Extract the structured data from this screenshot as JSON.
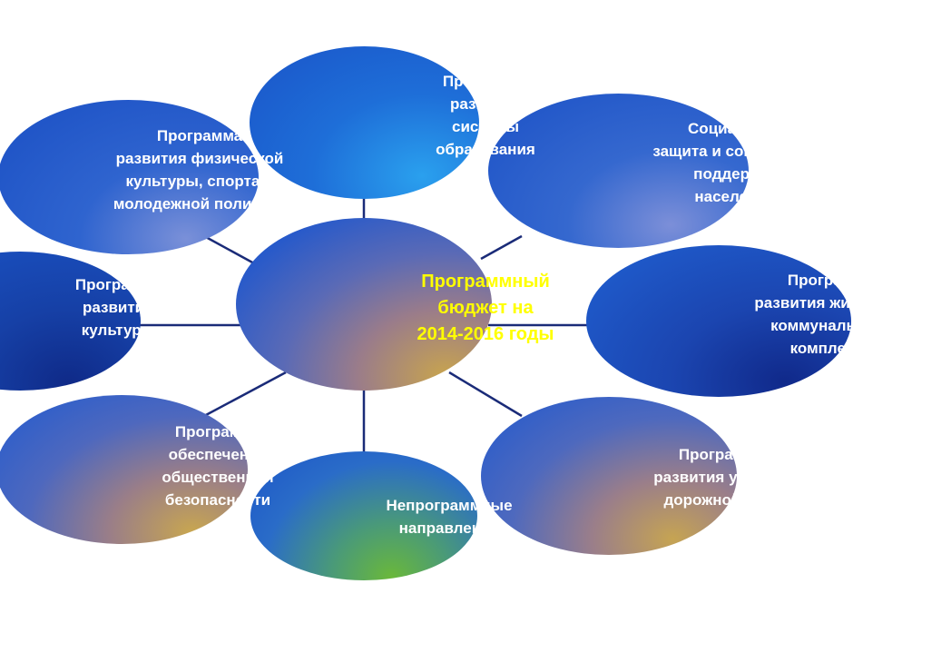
{
  "center": {
    "text": "Программный\nбюджет на\n2014-2016 годы"
  },
  "nodes": {
    "top": {
      "text": "Программа\nразвития\nсистемы\nобразования"
    },
    "top_left": {
      "text": "Программа\nразвития физической\nкультуры, спорта и\nмолодежной политики"
    },
    "top_right": {
      "text": "Социальная\nзащита и социальная\nподдержка\nнаселения"
    },
    "left": {
      "text": "Программа\nразвития\nкультуры"
    },
    "right": {
      "text": "Программа\nразвития жилищно-\nкоммунального\nкомплекса"
    },
    "bottom_left": {
      "text": "Программа\nобеспечения\nобщественной\nбезопасности"
    },
    "bottom_center": {
      "text": "Непрограммные\nнаправления"
    },
    "bottom_right": {
      "text": "Программа\nразвития улично-\nдорожной сети"
    }
  },
  "colors": {
    "connector": "#1a2b78",
    "node_text": "#ffffff",
    "center_text": "#ffff00"
  }
}
